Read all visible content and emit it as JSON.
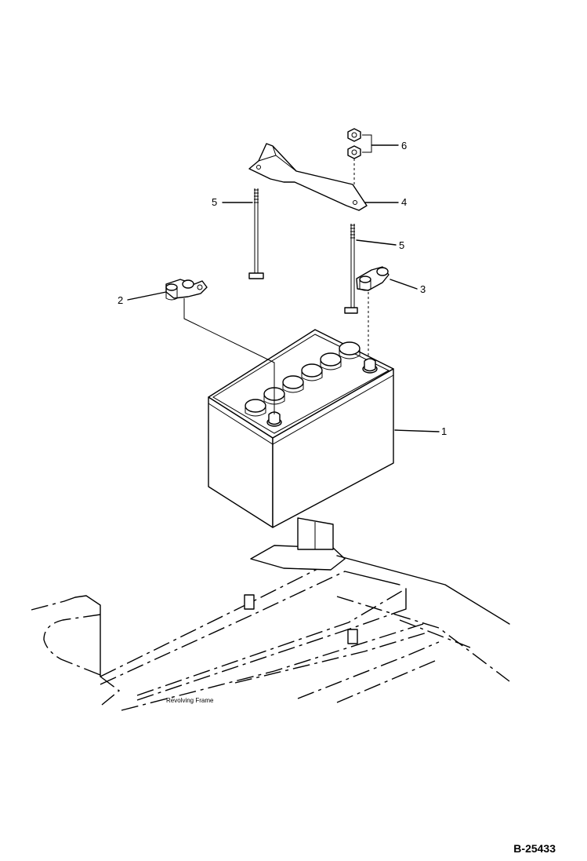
{
  "callouts": [
    {
      "number": "1",
      "part": "battery"
    },
    {
      "number": "2",
      "part": "terminal-clamp"
    },
    {
      "number": "3",
      "part": "terminal-clamp"
    },
    {
      "number": "4",
      "part": "hold-down-bracket"
    },
    {
      "number": "5",
      "part": "j-bolt"
    },
    {
      "number": "5",
      "part": "j-bolt"
    },
    {
      "number": "6",
      "part": "nut"
    }
  ],
  "frame_label": "Revolving Frame",
  "figure_id": "B-25433"
}
